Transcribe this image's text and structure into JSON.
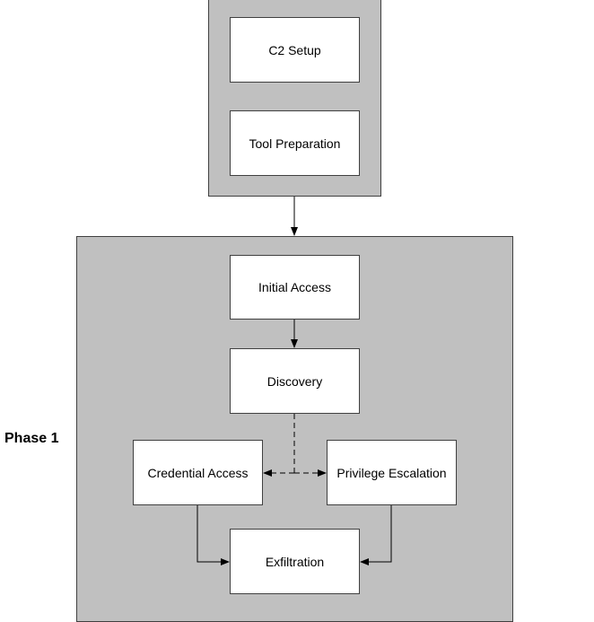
{
  "colors": {
    "group_fill": "#c0c0c0",
    "node_fill": "#ffffff",
    "border": "#404040",
    "arrow": "#000000"
  },
  "phase_label": "Phase 1",
  "nodes": {
    "c2_setup": "C2 Setup",
    "tool_preparation": "Tool Preparation",
    "initial_access": "Initial Access",
    "discovery": "Discovery",
    "credential_access": "Credential Access",
    "privilege_escalation": "Privilege Escalation",
    "exfiltration": "Exfiltration"
  },
  "edges": [
    {
      "from": "preparation-group",
      "to": "phase-1-group",
      "style": "solid"
    },
    {
      "from": "initial_access",
      "to": "discovery",
      "style": "solid"
    },
    {
      "from": "discovery",
      "to": "credential_access",
      "style": "dashed"
    },
    {
      "from": "discovery",
      "to": "privilege_escalation",
      "style": "dashed"
    },
    {
      "from": "credential_access",
      "to": "exfiltration",
      "style": "solid"
    },
    {
      "from": "privilege_escalation",
      "to": "exfiltration",
      "style": "solid"
    }
  ]
}
